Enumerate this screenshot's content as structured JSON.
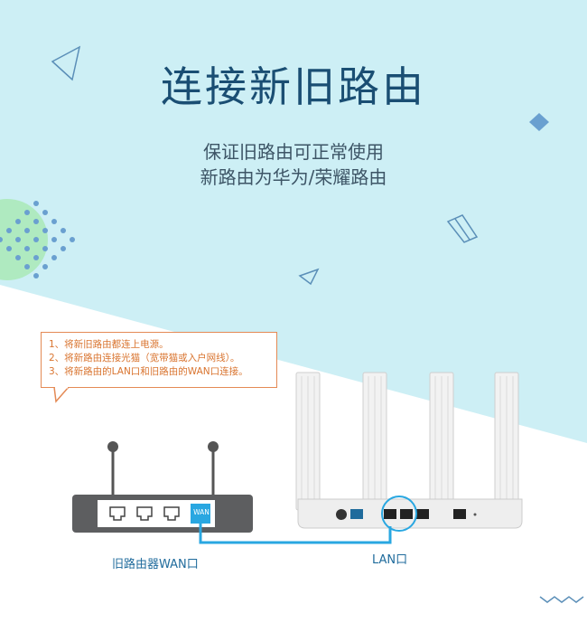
{
  "title": "连接新旧路由",
  "subtitle_line1": "保证旧路由可正常使用",
  "subtitle_line2": "新路由为华为/荣耀路由",
  "instructions": [
    "1、将新旧路由都连上电源。",
    "2、将新路由连接光猫（宽带猫或入户网线）。",
    "3、将新路由的LAN口和旧路由的WAN口连接。"
  ],
  "old_router": {
    "port_label": "WAN",
    "caption": "旧路由器WAN口"
  },
  "new_router": {
    "caption": "LAN口"
  },
  "colors": {
    "background_top": "#cdeff5",
    "title": "#1a4e73",
    "callout_border": "#e48a55",
    "cable": "#29a7e1",
    "accent_dots": "#6aa0d0"
  }
}
